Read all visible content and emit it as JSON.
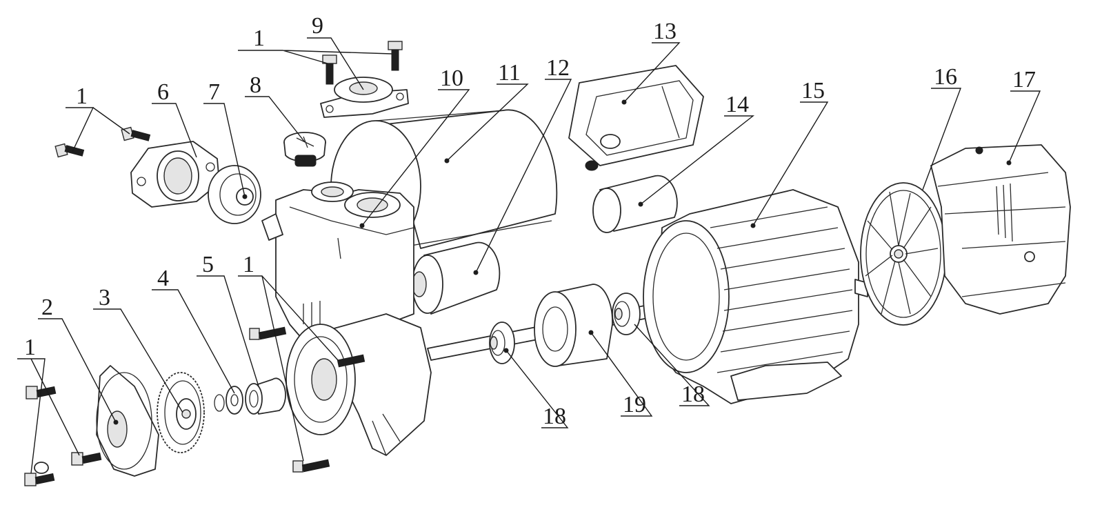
{
  "diagram": {
    "labels": [
      {
        "id": "label-1-top",
        "text": "1"
      },
      {
        "id": "label-9",
        "text": "9"
      },
      {
        "id": "label-1-left",
        "text": "1"
      },
      {
        "id": "label-6",
        "text": "6"
      },
      {
        "id": "label-7",
        "text": "7"
      },
      {
        "id": "label-8",
        "text": "8"
      },
      {
        "id": "label-10",
        "text": "10"
      },
      {
        "id": "label-11",
        "text": "11"
      },
      {
        "id": "label-12",
        "text": "12"
      },
      {
        "id": "label-13",
        "text": "13"
      },
      {
        "id": "label-14",
        "text": "14"
      },
      {
        "id": "label-15",
        "text": "15"
      },
      {
        "id": "label-16",
        "text": "16"
      },
      {
        "id": "label-17",
        "text": "17"
      },
      {
        "id": "label-2",
        "text": "2"
      },
      {
        "id": "label-3",
        "text": "3"
      },
      {
        "id": "label-4",
        "text": "4"
      },
      {
        "id": "label-5",
        "text": "5"
      },
      {
        "id": "label-1-mid",
        "text": "1"
      },
      {
        "id": "label-1-bottom",
        "text": "1"
      },
      {
        "id": "label-18-left",
        "text": "18"
      },
      {
        "id": "label-19",
        "text": "19"
      },
      {
        "id": "label-18-right",
        "text": "18"
      }
    ]
  }
}
